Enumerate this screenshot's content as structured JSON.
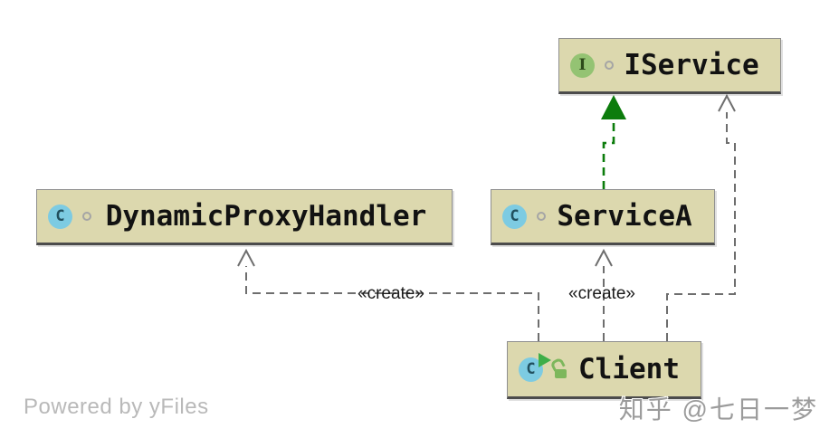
{
  "diagram": {
    "nodes": [
      {
        "id": "IService",
        "label": "IService",
        "kind": "interface",
        "icon_letter": "I"
      },
      {
        "id": "DynamicProxyHandler",
        "label": "DynamicProxyHandler",
        "kind": "class",
        "icon_letter": "C"
      },
      {
        "id": "ServiceA",
        "label": "ServiceA",
        "kind": "class",
        "icon_letter": "C"
      },
      {
        "id": "Client",
        "label": "Client",
        "kind": "runnable-class",
        "icon_letter": "C"
      }
    ],
    "edges": [
      {
        "from": "ServiceA",
        "to": "IService",
        "type": "realization",
        "label": "",
        "color": "#0c7c0c",
        "line": "dashed",
        "arrowhead": "solid-triangle"
      },
      {
        "from": "Client",
        "to": "DynamicProxyHandler",
        "type": "dependency",
        "label": "«create»",
        "color": "#6e6e6e",
        "line": "dashed",
        "arrowhead": "open-chevron"
      },
      {
        "from": "Client",
        "to": "ServiceA",
        "type": "dependency",
        "label": "«create»",
        "color": "#6e6e6e",
        "line": "dashed",
        "arrowhead": "open-chevron"
      },
      {
        "from": "Client",
        "to": "IService",
        "type": "dependency",
        "label": "",
        "color": "#6e6e6e",
        "line": "dashed",
        "arrowhead": "open-chevron"
      }
    ]
  },
  "footer": {
    "powered_by": "Powered by yFiles",
    "watermark": "知乎 @七日一梦"
  },
  "colors": {
    "background": "#ffffff",
    "node_fill": "#dcd8ae",
    "node_border": "#8f8f8f",
    "node_bottom_shadow": "#4c4c4c",
    "class_icon_fill": "#7dcbe2",
    "interface_icon_fill": "#94c373",
    "run_overlay_green": "#3fae49",
    "open_lock_green": "#7db75c",
    "realization_green": "#0c7c0c",
    "dependency_gray": "#6e6e6e",
    "powered_by_gray": "#b9b9b9",
    "watermark_gray": "#9b9b9b"
  }
}
